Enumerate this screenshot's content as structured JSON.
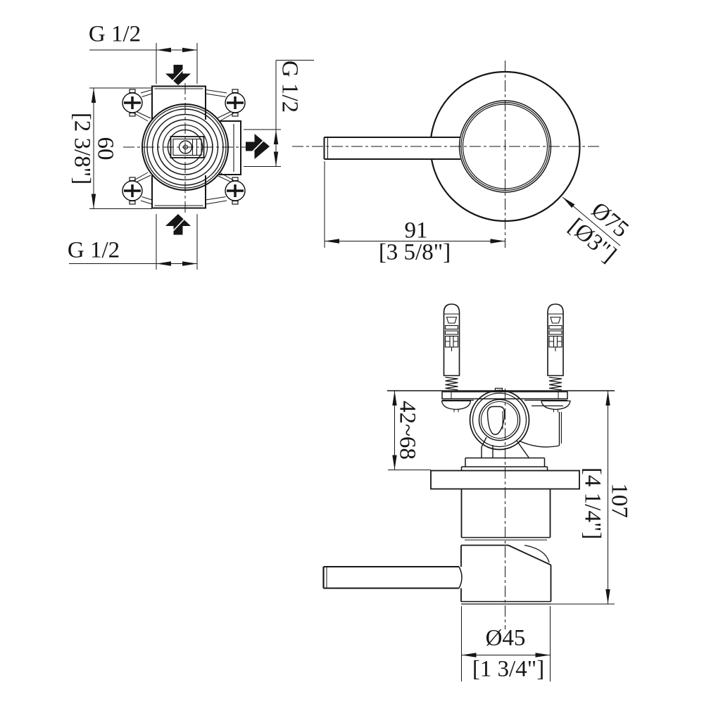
{
  "front_view": {
    "inlet_top_thread": "G 1/2",
    "inlet_bottom_thread": "G 1/2",
    "outlet_right_thread": "G 1/2",
    "body_height_mm": "60",
    "body_height_in": "[2 3/8\"]"
  },
  "plan_view": {
    "handle_length_mm": "91",
    "handle_length_in": "[3 5/8\"]",
    "plate_diameter_mm": "Ø75",
    "plate_diameter_in": "[Ø3\"]"
  },
  "side_view": {
    "mounting_depth_range_mm": "42~68",
    "total_depth_mm": "107",
    "total_depth_in": "[4 1/4\"]",
    "trim_diameter_mm": "Ø45",
    "trim_diameter_in": "[1 3/4\"]"
  },
  "colors": {
    "line": "#161616",
    "background": "#ffffff"
  }
}
